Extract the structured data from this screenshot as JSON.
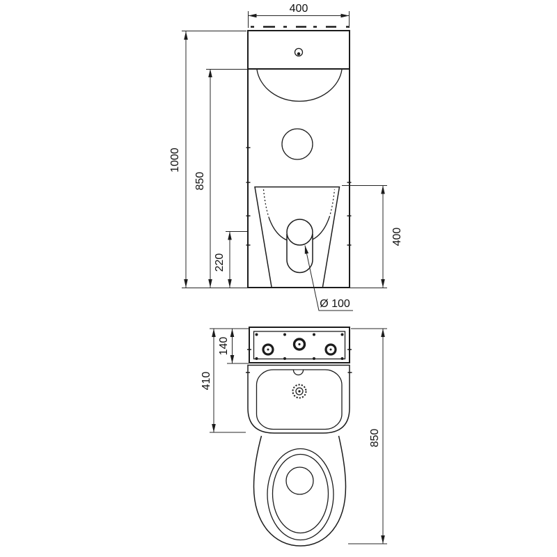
{
  "page": {
    "background_color": "#ffffff",
    "line_color": "#1c1c1c"
  },
  "front_view": {
    "dim_width_top": "400",
    "dim_height_total": "1000",
    "dim_height_basin_rim": "850",
    "dim_height_outlet": "220",
    "dim_height_pan": "400",
    "dim_outlet_diameter": "Ø 100"
  },
  "plan_view": {
    "dim_cistern_depth": "140",
    "dim_basin_depth": "410",
    "dim_overall_depth": "850"
  }
}
